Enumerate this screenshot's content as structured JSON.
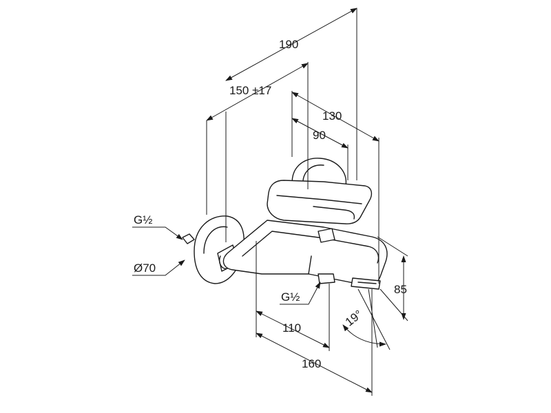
{
  "dimensions": {
    "overall_depth": "190",
    "connection_depth": "150 ±17",
    "spout_projection": "130",
    "handle_projection": "90",
    "outlet_height": "85",
    "body_width": "110",
    "total_width": "160",
    "outlet_angle": "19°"
  },
  "callouts": {
    "inlet_thread": "G½",
    "flange_diameter": "Ø70",
    "outlet_thread": "G½"
  }
}
